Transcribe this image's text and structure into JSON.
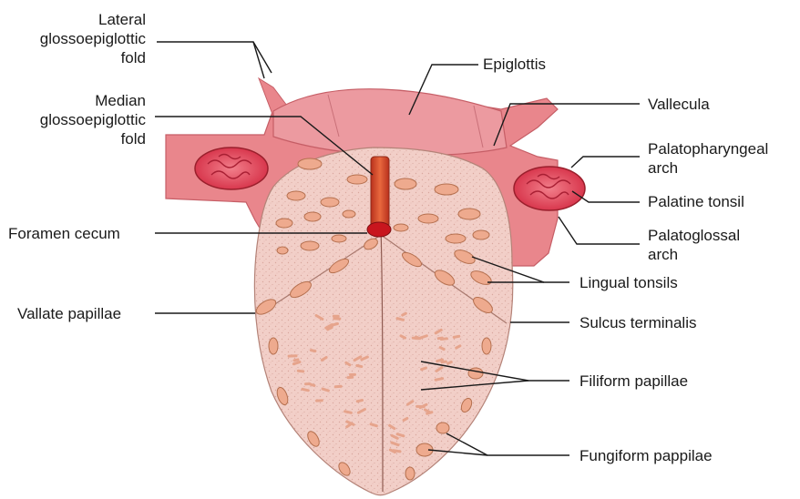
{
  "labels": {
    "lateral_fold": [
      "Lateral",
      "glossoepiglottic",
      "fold"
    ],
    "median_fold": [
      "Median",
      "glossoepiglottic",
      "fold"
    ],
    "foramen_cecum": "Foramen cecum",
    "vallate_papillae": "Vallate papillae",
    "epiglottis": "Epiglottis",
    "vallecula": "Vallecula",
    "palatopharyngeal_arch": [
      "Palatopharyngeal",
      "arch"
    ],
    "palatine_tonsil": "Palatine tonsil",
    "palatoglossal_arch": [
      "Palatoglossal",
      "arch"
    ],
    "lingual_tonsils": "Lingual tonsils",
    "sulcus_terminalis": "Sulcus terminalis",
    "filiform_papillae": "Filiform papillae",
    "fungiform_papillae": "Fungiform pappilae"
  },
  "colors": {
    "tongue_fill": "#f2cfc8",
    "tongue_stipple": "#d9a79e",
    "pharynx_fill": "#e9868c",
    "pharynx_edge": "#c65e66",
    "papilla_fill": "#eeaa8e",
    "papilla_edge": "#b5704f",
    "tonsil_fill": "#e8506a",
    "tonsil_edge": "#9a1f2c",
    "median_fold": "#d84a2a",
    "foramen": "#c8161e",
    "leader_line": "#1a1a1a"
  }
}
